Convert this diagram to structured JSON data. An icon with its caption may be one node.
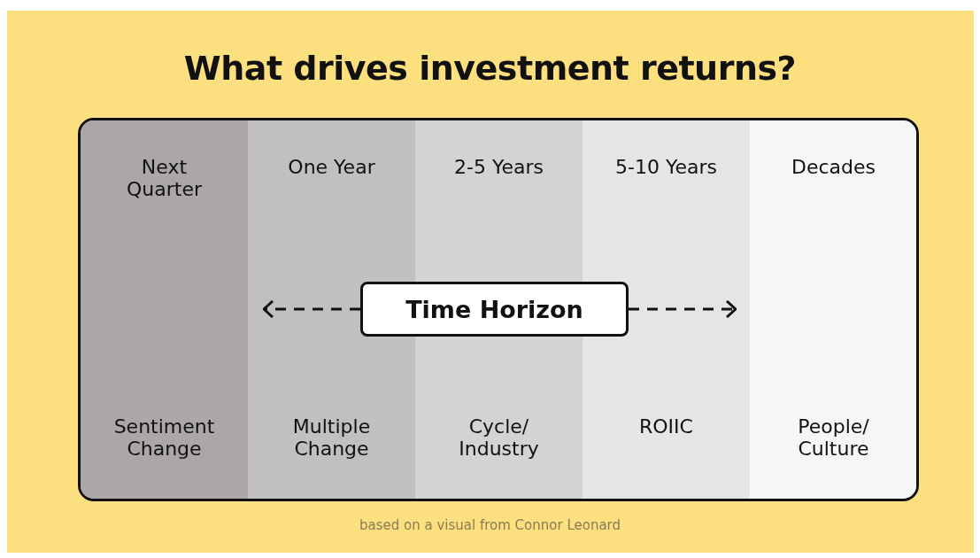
{
  "diagram": {
    "title": "What drives investment returns?",
    "caption": "based on a visual from Connor Leonard",
    "nodes": [
      {
        "text": [],
        "shape": "box"
      },
      {
        "text": [
          "Next Quarter",
          "Sentiment Change"
        ],
        "in": 0
      },
      {
        "text": [
          "One Year",
          "Multiple Change"
        ],
        "in": 0
      },
      {
        "text": [
          "2-5 Years",
          "Cycle/ Industry"
        ],
        "in": 0
      },
      {
        "text": [
          "5-10 Years",
          "ROIIC"
        ],
        "in": 0
      },
      {
        "text": [
          "Decades",
          "People/ Culture"
        ],
        "in": 0
      },
      {
        "text": [
          "Time Horizon"
        ],
        "in": 0
      }
    ],
    "edges": [
      {
        "from": 6,
        "to": 2,
        "arrow": "to",
        "style": "dashed"
      },
      {
        "from": 6,
        "to": 4,
        "arrow": "to",
        "style": "dashed"
      }
    ]
  }
}
